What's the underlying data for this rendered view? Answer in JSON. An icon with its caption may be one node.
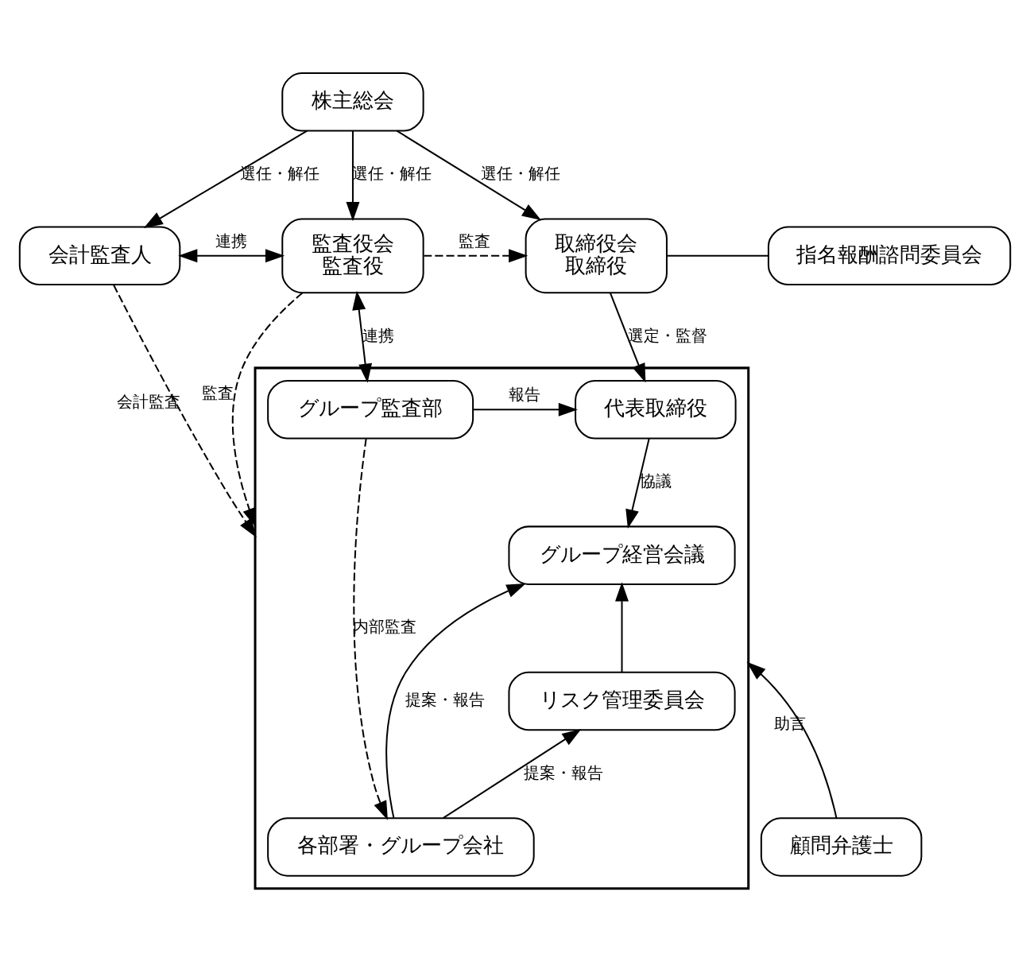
{
  "diagram": {
    "nodes": [
      {
        "text": [
          "株主総会"
        ]
      },
      {
        "text": [
          "会計監査人"
        ]
      },
      {
        "text": [
          "監査役会",
          "監査役"
        ]
      },
      {
        "text": [
          "取締役会",
          "取締役"
        ]
      },
      {
        "text": [
          "指名報酬諮問委員会"
        ]
      },
      {
        "text": [],
        "shape": "box"
      },
      {
        "text": [
          "グループ監査部"
        ],
        "in": 5
      },
      {
        "text": [
          "代表取締役"
        ],
        "in": 5
      },
      {
        "text": [
          "グループ経営会議"
        ],
        "in": 5
      },
      {
        "text": [
          "リスク管理委員会"
        ],
        "in": 5
      },
      {
        "text": [
          "各部署・グループ会社"
        ],
        "in": 5
      },
      {
        "text": [
          "顧問弁護士"
        ]
      }
    ],
    "edges": [
      {
        "from": 0,
        "to": 1,
        "arrow": "to",
        "label": "選任・解任"
      },
      {
        "from": 0,
        "to": 2,
        "arrow": "to",
        "label": "選任・解任"
      },
      {
        "from": 0,
        "to": 3,
        "arrow": "to",
        "label": "選任・解任"
      },
      {
        "from": 1,
        "to": 2,
        "arrow": "both",
        "label": "連携"
      },
      {
        "from": 2,
        "to": 3,
        "arrow": "to",
        "label": "監査",
        "style": "dashed"
      },
      {
        "from": 3,
        "to": 4,
        "arrow": "none"
      },
      {
        "from": 2,
        "to": 5,
        "arrow": "to",
        "label": "監査",
        "style": "dashed"
      },
      {
        "from": 2,
        "to": 6,
        "arrow": "both",
        "label": "連携"
      },
      {
        "from": 3,
        "to": 7,
        "arrow": "to",
        "label": "選定・監督"
      },
      {
        "from": 1,
        "to": 5,
        "arrow": "to",
        "label": "会計監査",
        "style": "dashed"
      },
      {
        "from": 6,
        "to": 7,
        "arrow": "to",
        "label": "報告"
      },
      {
        "from": 7,
        "to": 8,
        "arrow": "to",
        "label": "協議"
      },
      {
        "from": 6,
        "to": 10,
        "arrow": "to",
        "label": "内部監査",
        "style": "dashed"
      },
      {
        "from": 9,
        "to": 8,
        "arrow": "to"
      },
      {
        "from": 10,
        "to": 9,
        "arrow": "to",
        "label": "提案・報告"
      },
      {
        "from": 10,
        "to": 8,
        "arrow": "to",
        "label": "提案・報告"
      },
      {
        "from": 11,
        "to": 5,
        "arrow": "to",
        "label": "助言"
      }
    ]
  }
}
